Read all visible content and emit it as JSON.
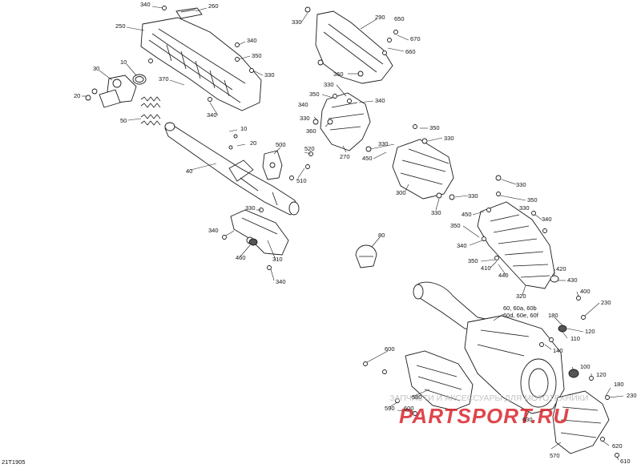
{
  "diagram_id": "21T1905",
  "callouts": [
    {
      "id": "c-340a",
      "text": "340"
    },
    {
      "id": "c-260",
      "text": "260"
    },
    {
      "id": "c-250",
      "text": "250"
    },
    {
      "id": "c-340b",
      "text": "340"
    },
    {
      "id": "c-350a",
      "text": "350"
    },
    {
      "id": "c-330a",
      "text": "330"
    },
    {
      "id": "c-30",
      "text": "30"
    },
    {
      "id": "c-10a",
      "text": "10"
    },
    {
      "id": "c-370",
      "text": "370"
    },
    {
      "id": "c-20a",
      "text": "20"
    },
    {
      "id": "c-50",
      "text": "50"
    },
    {
      "id": "c-340c",
      "text": "340"
    },
    {
      "id": "c-10b",
      "text": "10"
    },
    {
      "id": "c-20b",
      "text": "20"
    },
    {
      "id": "c-40",
      "text": "40"
    },
    {
      "id": "c-500",
      "text": "500"
    },
    {
      "id": "c-520",
      "text": "520"
    },
    {
      "id": "c-510",
      "text": "510"
    },
    {
      "id": "c-330b",
      "text": "330"
    },
    {
      "id": "c-290",
      "text": "290"
    },
    {
      "id": "c-650",
      "text": "650"
    },
    {
      "id": "c-670",
      "text": "670"
    },
    {
      "id": "c-660",
      "text": "660"
    },
    {
      "id": "c-360a",
      "text": "360"
    },
    {
      "id": "c-330c",
      "text": "330"
    },
    {
      "id": "c-350b",
      "text": "350"
    },
    {
      "id": "c-340d",
      "text": "340"
    },
    {
      "id": "c-340e",
      "text": "340"
    },
    {
      "id": "c-330d",
      "text": "330"
    },
    {
      "id": "c-360b",
      "text": "360"
    },
    {
      "id": "c-270",
      "text": "270"
    },
    {
      "id": "c-330e",
      "text": "330"
    },
    {
      "id": "c-350c",
      "text": "350"
    },
    {
      "id": "c-330f",
      "text": "330"
    },
    {
      "id": "c-450a",
      "text": "450"
    },
    {
      "id": "c-300",
      "text": "300"
    },
    {
      "id": "c-330g",
      "text": "330"
    },
    {
      "id": "c-330h",
      "text": "330"
    },
    {
      "id": "c-330i",
      "text": "330"
    },
    {
      "id": "c-330j",
      "text": "330"
    },
    {
      "id": "c-350d",
      "text": "350"
    },
    {
      "id": "c-340f",
      "text": "340"
    },
    {
      "id": "c-450b",
      "text": "450"
    },
    {
      "id": "c-350e",
      "text": "350"
    },
    {
      "id": "c-340g",
      "text": "340"
    },
    {
      "id": "c-410",
      "text": "410"
    },
    {
      "id": "c-350f",
      "text": "350"
    },
    {
      "id": "c-440",
      "text": "440"
    },
    {
      "id": "c-320",
      "text": "320"
    },
    {
      "id": "c-420",
      "text": "420"
    },
    {
      "id": "c-430",
      "text": "430"
    },
    {
      "id": "c-400",
      "text": "400"
    },
    {
      "id": "c-230a",
      "text": "230"
    },
    {
      "id": "c-330k",
      "text": "330"
    },
    {
      "id": "c-340h",
      "text": "340"
    },
    {
      "id": "c-460",
      "text": "460"
    },
    {
      "id": "c-310",
      "text": "310"
    },
    {
      "id": "c-340i",
      "text": "340"
    },
    {
      "id": "c-80",
      "text": "80"
    },
    {
      "id": "c-60a",
      "text": "60, 60a, 60b"
    },
    {
      "id": "c-60b",
      "text": "60d, 60e, 60f"
    },
    {
      "id": "c-180a",
      "text": "180"
    },
    {
      "id": "c-120a",
      "text": "120"
    },
    {
      "id": "c-110",
      "text": "110"
    },
    {
      "id": "c-140",
      "text": "140"
    },
    {
      "id": "c-100",
      "text": "100"
    },
    {
      "id": "c-120b",
      "text": "120"
    },
    {
      "id": "c-180b",
      "text": "180"
    },
    {
      "id": "c-230b",
      "text": "230"
    },
    {
      "id": "c-600a",
      "text": "600"
    },
    {
      "id": "c-580",
      "text": "580"
    },
    {
      "id": "c-590",
      "text": "590"
    },
    {
      "id": "c-600b",
      "text": "600"
    },
    {
      "id": "c-630",
      "text": "630"
    },
    {
      "id": "c-620",
      "text": "620"
    },
    {
      "id": "c-570",
      "text": "570"
    },
    {
      "id": "c-610",
      "text": "610"
    }
  ],
  "watermark": {
    "tagline": "ЗАПЧАСТИ И АКСЕССУАРЫ ДЛЯ МОТОТЕХНИКИ",
    "brand": "PARTSPORT.RU",
    "color": "#d9262c"
  }
}
